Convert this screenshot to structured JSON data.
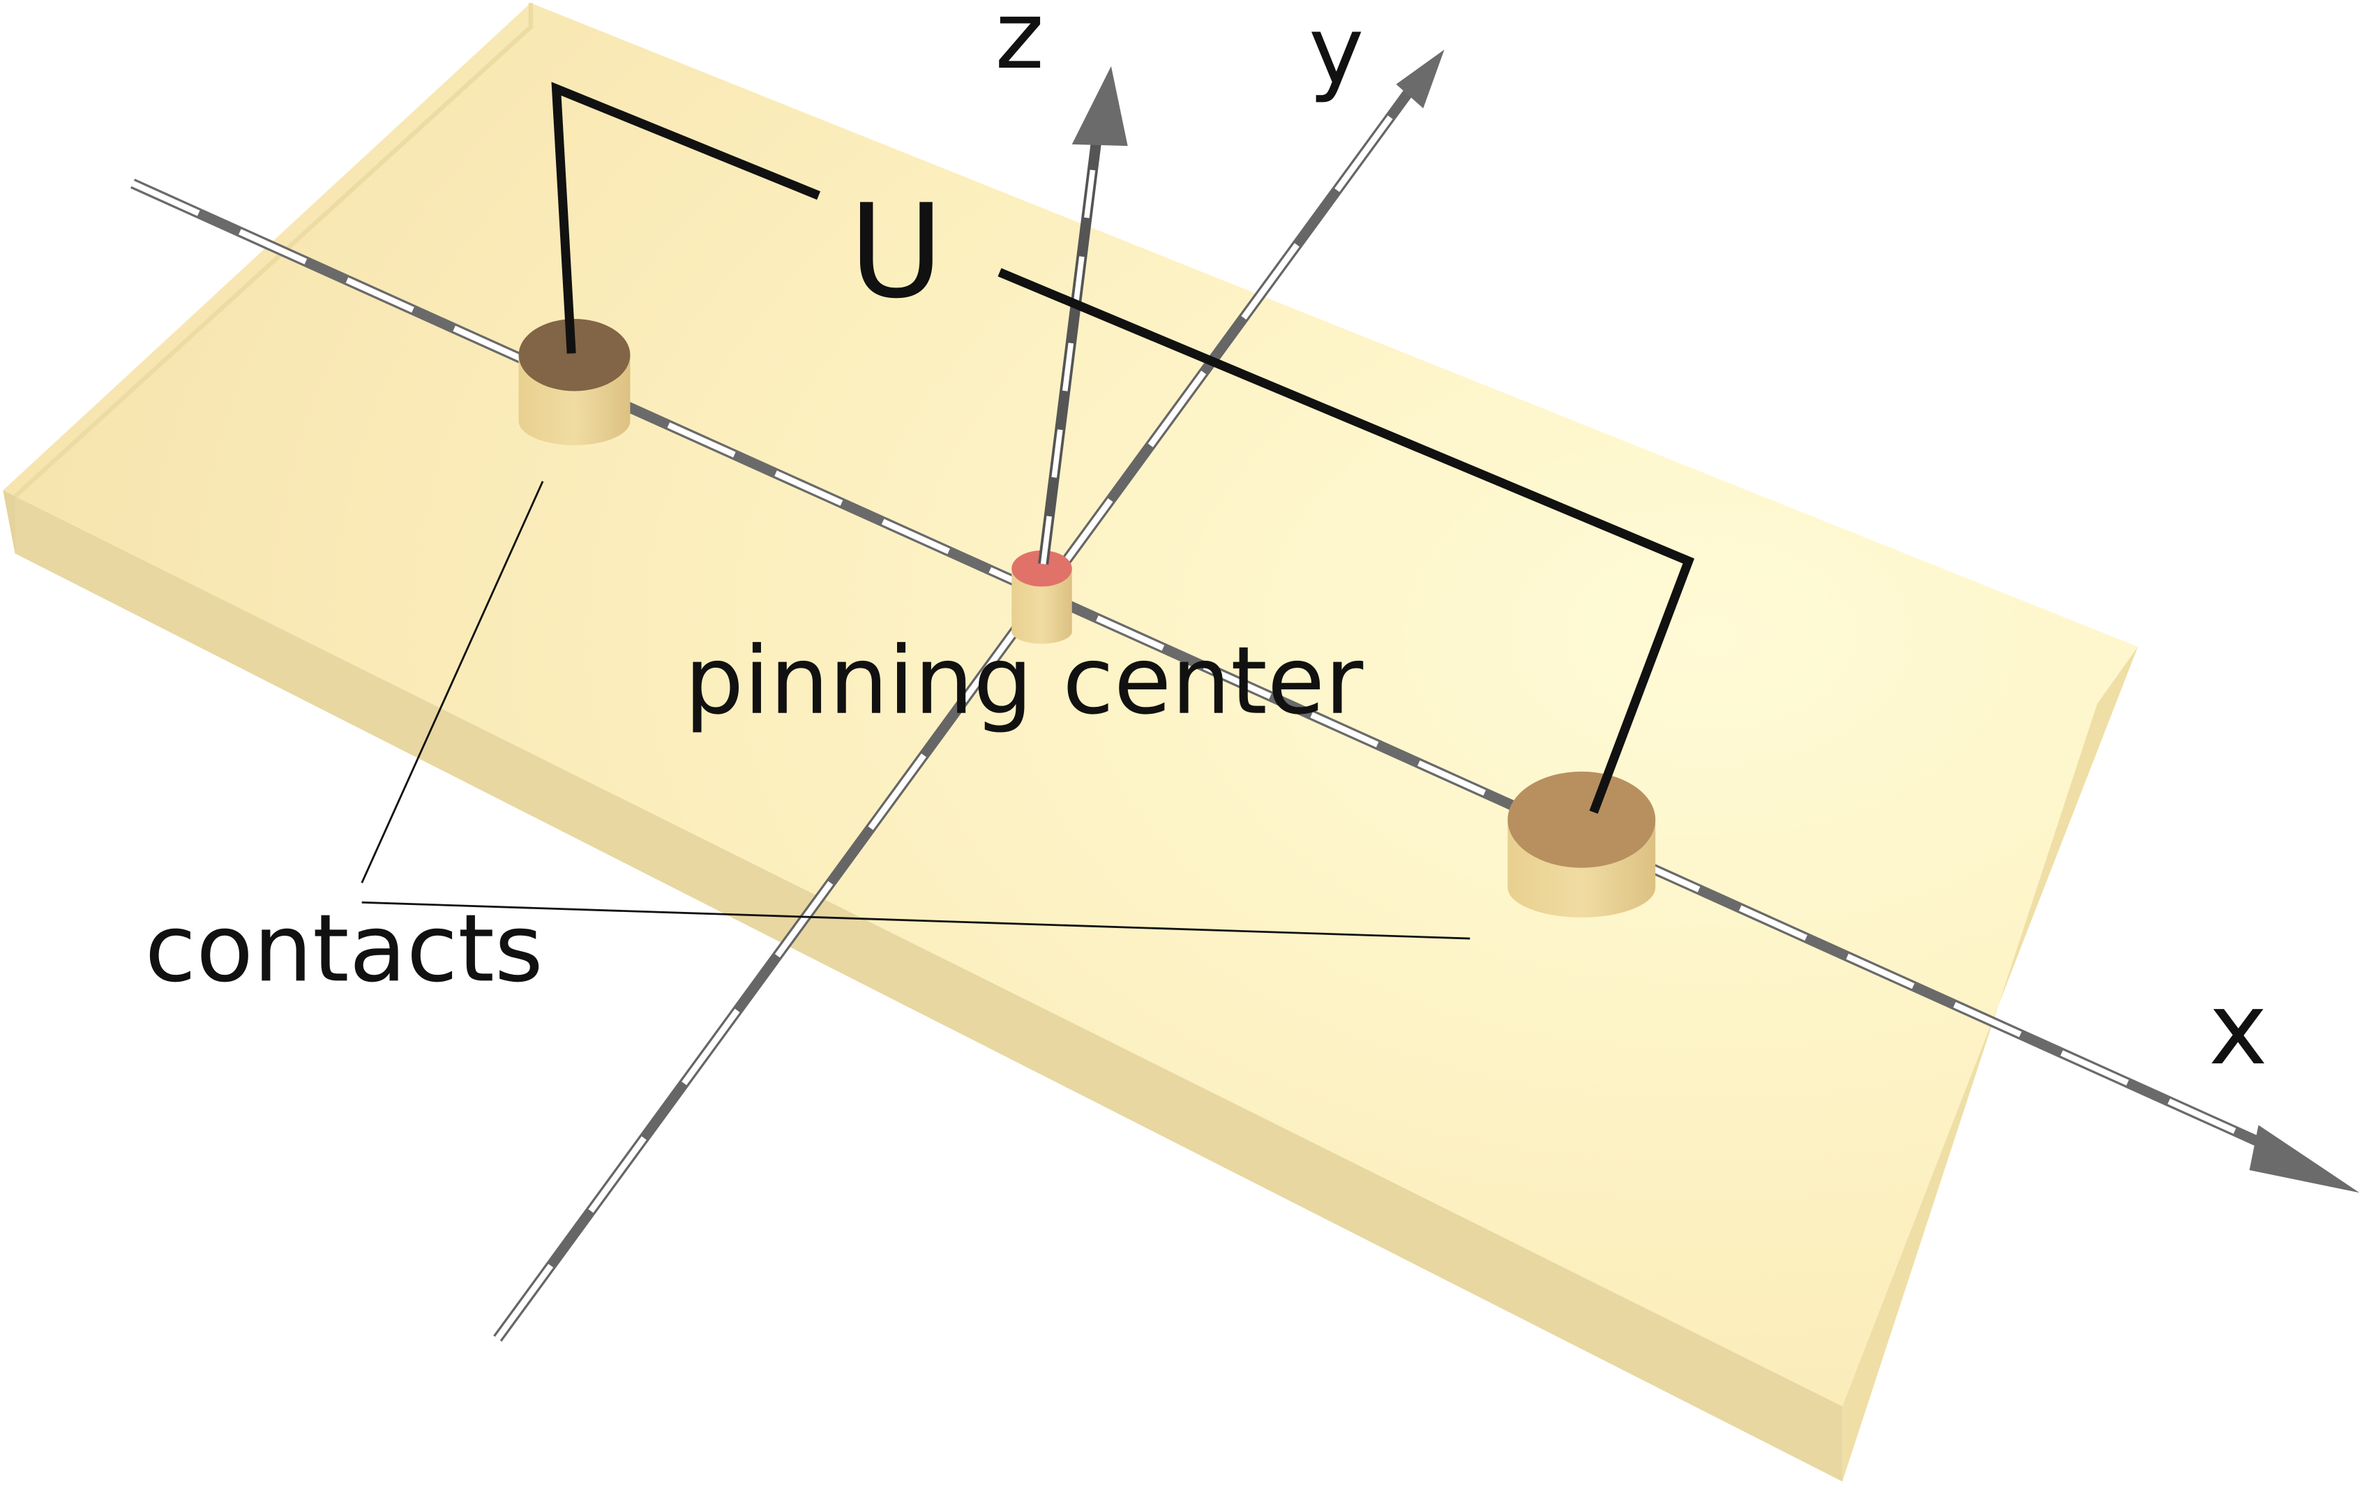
{
  "labels": {
    "voltage": "U",
    "pinning_center": "pinning center",
    "contacts": "contacts"
  },
  "axes": {
    "x": "x",
    "y": "y",
    "z": "z"
  },
  "colors": {
    "slab_top": "#fff2bf",
    "slab_front": "#eedc9e",
    "slab_side": "#e3d09a",
    "contact_top": "#a77e52",
    "pin_top": "#e0726a",
    "wire": "#111111",
    "axis": "#666666"
  }
}
